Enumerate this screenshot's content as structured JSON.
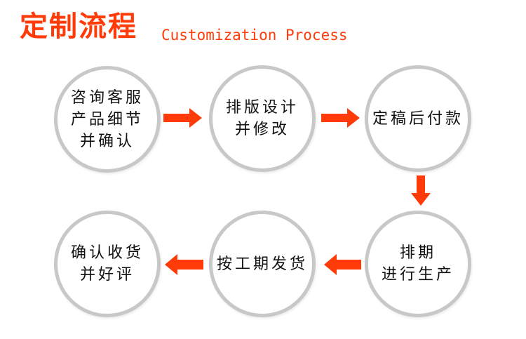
{
  "title": {
    "zh": "定制流程",
    "en": "Customization Process"
  },
  "steps": [
    {
      "lines": [
        "咨询客服",
        "产品细节",
        "并确认"
      ]
    },
    {
      "lines": [
        "排版设计",
        "并修改"
      ]
    },
    {
      "lines": [
        "定稿后付款"
      ]
    },
    {
      "lines": [
        "排期",
        "进行生产"
      ]
    },
    {
      "lines": [
        "按工期发货"
      ]
    },
    {
      "lines": [
        "确认收货",
        "并好评"
      ]
    }
  ],
  "colors": {
    "accent": "#ff3b0a",
    "circle_border": "#c8c8c8",
    "text": "#111111"
  }
}
